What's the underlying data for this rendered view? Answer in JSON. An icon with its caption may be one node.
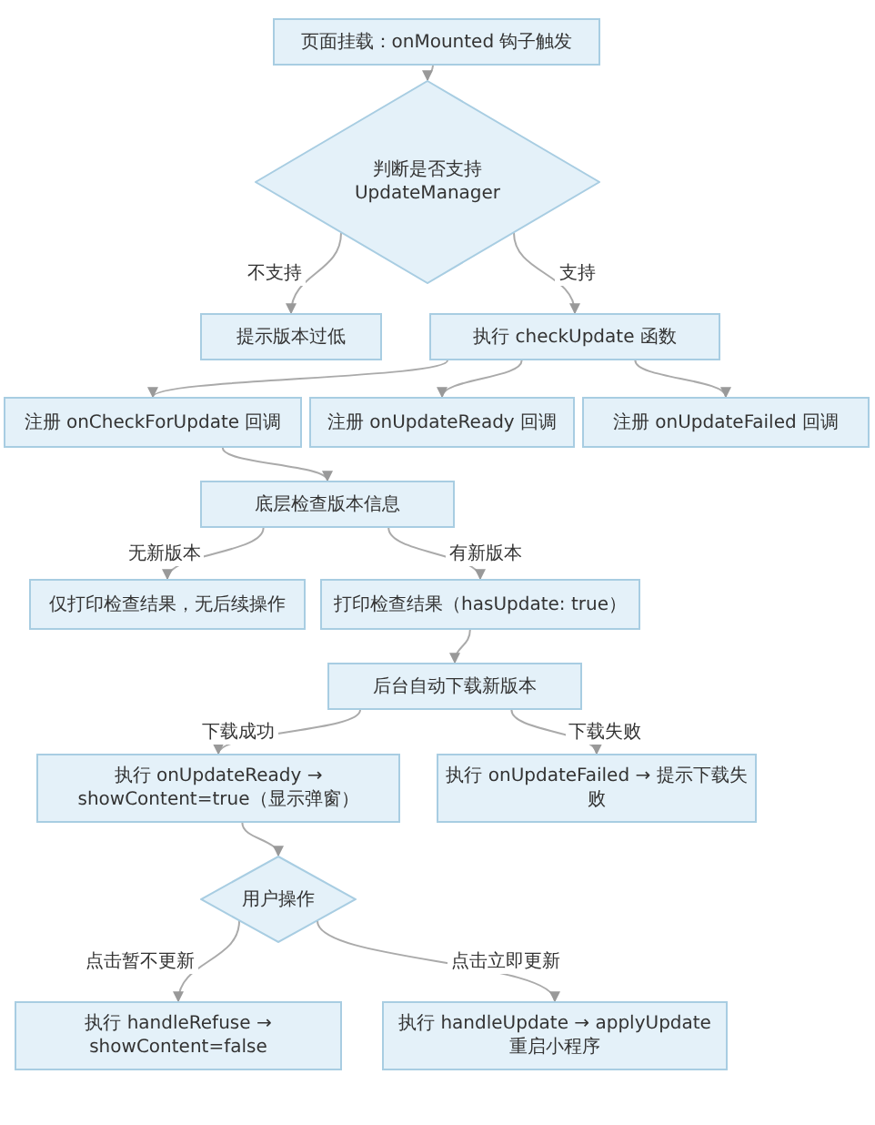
{
  "diagram": {
    "nodes": [
      {
        "text": [
          "页面挂载：onMounted 钩子触发"
        ]
      },
      {
        "text": [
          "判断是否支持 UpdateManager"
        ]
      },
      {
        "text": [
          "提示版本过低"
        ]
      },
      {
        "text": [
          "执行 checkUpdate 函数"
        ]
      },
      {
        "text": [
          "注册 onCheckForUpdate 回调"
        ]
      },
      {
        "text": [
          "注册 onUpdateReady 回调"
        ]
      },
      {
        "text": [
          "注册 onUpdateFailed 回调"
        ]
      },
      {
        "text": [
          "底层检查版本信息"
        ]
      },
      {
        "text": [
          "仅打印检查结果，无后续操作"
        ]
      },
      {
        "text": [
          "打印检查结果（hasUpdate: true）"
        ]
      },
      {
        "text": [
          "后台自动下载新版本"
        ]
      },
      {
        "text": [
          "执行 onUpdateReady → showContent=true（显示弹窗）"
        ]
      },
      {
        "text": [
          "执行 onUpdateFailed → 提示下载失败"
        ]
      },
      {
        "text": [
          "用户操作"
        ]
      },
      {
        "text": [
          "执行 handleRefuse → showContent=false"
        ]
      },
      {
        "text": [
          "执行 handleUpdate → applyUpdate 重启小程序"
        ]
      }
    ],
    "edges": [
      {
        "from": 0,
        "to": 1,
        "arrow": "to"
      },
      {
        "from": 1,
        "to": 2,
        "arrow": "to",
        "label": "不支持"
      },
      {
        "from": 1,
        "to": 3,
        "arrow": "to",
        "label": "支持"
      },
      {
        "from": 3,
        "to": 4,
        "arrow": "to"
      },
      {
        "from": 3,
        "to": 5,
        "arrow": "to"
      },
      {
        "from": 3,
        "to": 6,
        "arrow": "to"
      },
      {
        "from": 4,
        "to": 7,
        "arrow": "to"
      },
      {
        "from": 7,
        "to": 8,
        "arrow": "to",
        "label": "无新版本"
      },
      {
        "from": 7,
        "to": 9,
        "arrow": "to",
        "label": "有新版本"
      },
      {
        "from": 9,
        "to": 10,
        "arrow": "to"
      },
      {
        "from": 10,
        "to": 11,
        "arrow": "to",
        "label": "下载成功"
      },
      {
        "from": 10,
        "to": 12,
        "arrow": "to",
        "label": "下载失败"
      },
      {
        "from": 11,
        "to": 13,
        "arrow": "to"
      },
      {
        "from": 13,
        "to": 14,
        "arrow": "to",
        "label": "点击暂不更新"
      },
      {
        "from": 13,
        "to": 15,
        "arrow": "to",
        "label": "点击立即更新"
      }
    ]
  }
}
